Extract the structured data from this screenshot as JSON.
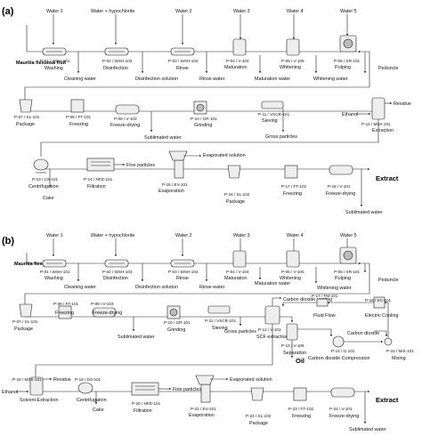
{
  "panels": {
    "a": {
      "label": "(a)",
      "source": "Mauritia flexuosa fruit",
      "product": "Extract",
      "stream_labels": {
        "water1": "Water 1",
        "water_hypo": "Water + hypochlorite",
        "water2": "Water 2",
        "water3": "Water 3",
        "water4": "Water 4",
        "water5": "Water 5",
        "cleaning_water": "Cleaning water",
        "disinfection_solution": "Disinfection solution",
        "rinse_water": "Rinse water",
        "maturation_water": "Maturation water",
        "whitening_water": "Whitening water",
        "peduncle": "Peduncle",
        "residue": "Residue",
        "ethanol": "Ethanol",
        "sublimated_water": "Sublimated water",
        "gross_particles": "Gross particles",
        "fine_particles": "Fine particles",
        "evaporated_solution": "Evaporated solution",
        "cake": "Cake",
        "sublimated_water_2": "Sublimated water"
      },
      "units": [
        {
          "tag": "P-01 / WSH-101",
          "name": "Washing"
        },
        {
          "tag": "P-02 / WSH-103",
          "name": "Disinfection"
        },
        {
          "tag": "P-03 / WSH-104",
          "name": "Rinse"
        },
        {
          "tag": "P-04 / V-104",
          "name": "Maturation"
        },
        {
          "tag": "P-05 / V-105",
          "name": "Whitening"
        },
        {
          "tag": "P-06 / SR-101",
          "name": "Pulping"
        },
        {
          "tag": "P-07 / SL-101",
          "name": "Package"
        },
        {
          "tag": "P-08 / FT-101",
          "name": "Freezing"
        },
        {
          "tag": "P-09 / V-103",
          "name": "Freeze-drying"
        },
        {
          "tag": "P-10 / GR-101",
          "name": "Grinding"
        },
        {
          "tag": "P-11 / VSCR-101",
          "name": "Sieving"
        },
        {
          "tag": "P-12 / MSX-101",
          "name": "Extraction"
        },
        {
          "tag": "P-13 / CS-101",
          "name": "Centrifugation"
        },
        {
          "tag": "P-14 / NFD-101",
          "name": "Filtration"
        },
        {
          "tag": "P-15 / EV-101",
          "name": "Evaporation"
        },
        {
          "tag": "P-16 / SL-102",
          "name": "Package"
        },
        {
          "tag": "P-17 / FT-102",
          "name": "Freezing"
        },
        {
          "tag": "P-18 / V-101",
          "name": "Freeze-drying"
        }
      ]
    },
    "b": {
      "label": "(b)",
      "source": "Mauritia flexuosa fruit",
      "product": "Extract",
      "co_product": "Oil",
      "stream_labels": {
        "water1": "Water 1",
        "water_hypo": "Water + hypochlorite",
        "water2": "Water 2",
        "water3": "Water 3",
        "water4": "Water 4",
        "water5": "Water 5",
        "cleaning_water": "Cleaning water",
        "disinfection_solution": "Disinfection solution",
        "rinse_water": "Rinse water",
        "maturation_water": "Maturation water",
        "whitening_water": "Whitening water",
        "peduncle": "Peduncle",
        "sublimated_water": "Sublimated water",
        "gross_particles": "Gross particles",
        "carbon_dioxide_venting": "Carbon dioxide venting",
        "carbon_dioxide": "Carbon dioxide",
        "residue": "Residue",
        "ethanol": "Ethanol",
        "fine_particles": "Fine particles",
        "evaporated_solution": "Evaporated solution",
        "cake": "Cake",
        "sublimated_water_2": "Sublimated water"
      },
      "units": [
        {
          "tag": "P-01 / WSH-101",
          "name": "Washing"
        },
        {
          "tag": "P-02 / WSH-103",
          "name": "Disinfection"
        },
        {
          "tag": "P-03 / WSH-104",
          "name": "Rinse"
        },
        {
          "tag": "P-04 / V-104",
          "name": "Maturation"
        },
        {
          "tag": "P-05 / V-105",
          "name": "Whitening"
        },
        {
          "tag": "P-06 / SR-101",
          "name": "Pulping"
        },
        {
          "tag": "P-07 / SL-101",
          "name": "Package"
        },
        {
          "tag": "P-08 / FT-101",
          "name": "Freezing"
        },
        {
          "tag": "P-09 / V-103",
          "name": "Freeze-drying"
        },
        {
          "tag": "P-10 / GR-101",
          "name": "Grinding"
        },
        {
          "tag": "P-11 / VSCR-101",
          "name": "Sieving"
        },
        {
          "tag": "P-12 / V-101",
          "name": "SCF extraction"
        },
        {
          "tag": "P-13 / V-106",
          "name": "Separation"
        },
        {
          "tag": "P-14 / G-101",
          "name": "Carbon dioxide Compression"
        },
        {
          "tag": "P-15 / MIX-101",
          "name": "Mixing"
        },
        {
          "tag": "P-16 / EC-101",
          "name": "Electric Cooling"
        },
        {
          "tag": "P-17 / FM-101",
          "name": "Fluid Flow"
        },
        {
          "tag": "P-18 / MSX-101",
          "name": "Solvent Extraction"
        },
        {
          "tag": "P-19 / DS-101",
          "name": "Centrifugation"
        },
        {
          "tag": "P-20 / NFD-101",
          "name": "Filtration"
        },
        {
          "tag": "P-21 / EV-101",
          "name": "Evaporation"
        },
        {
          "tag": "P-22 / SL-102",
          "name": "Package"
        },
        {
          "tag": "P-23 / FT-102",
          "name": "Freezing"
        },
        {
          "tag": "P-24 / V-101",
          "name": "Freeze-drying"
        }
      ]
    }
  }
}
